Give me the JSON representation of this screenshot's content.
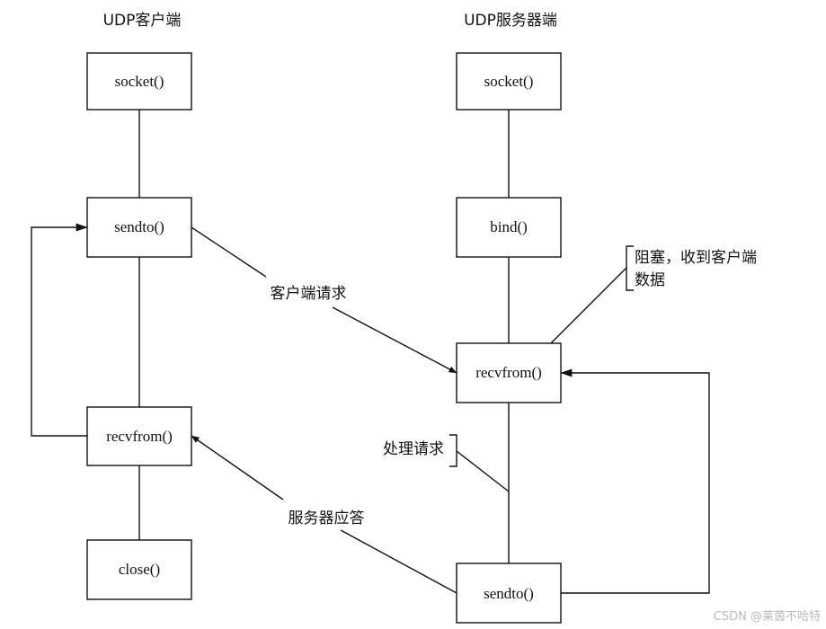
{
  "headers": {
    "client": "UDP客户端",
    "server": "UDP服务器端"
  },
  "client_steps": {
    "socket": "socket()",
    "sendto": "sendto()",
    "recvfrom": "recvfrom()",
    "close": "close()"
  },
  "server_steps": {
    "socket": "socket()",
    "bind": "bind()",
    "recvfrom": "recvfrom()",
    "sendto": "sendto()"
  },
  "messages": {
    "client_request": "客户端请求",
    "server_response": "服务器应答"
  },
  "notes": {
    "blocking_line1": "阻塞，收到客户端",
    "blocking_line2": "数据",
    "process_request": "处理请求"
  },
  "watermark": "CSDN @莱茵不哈特"
}
